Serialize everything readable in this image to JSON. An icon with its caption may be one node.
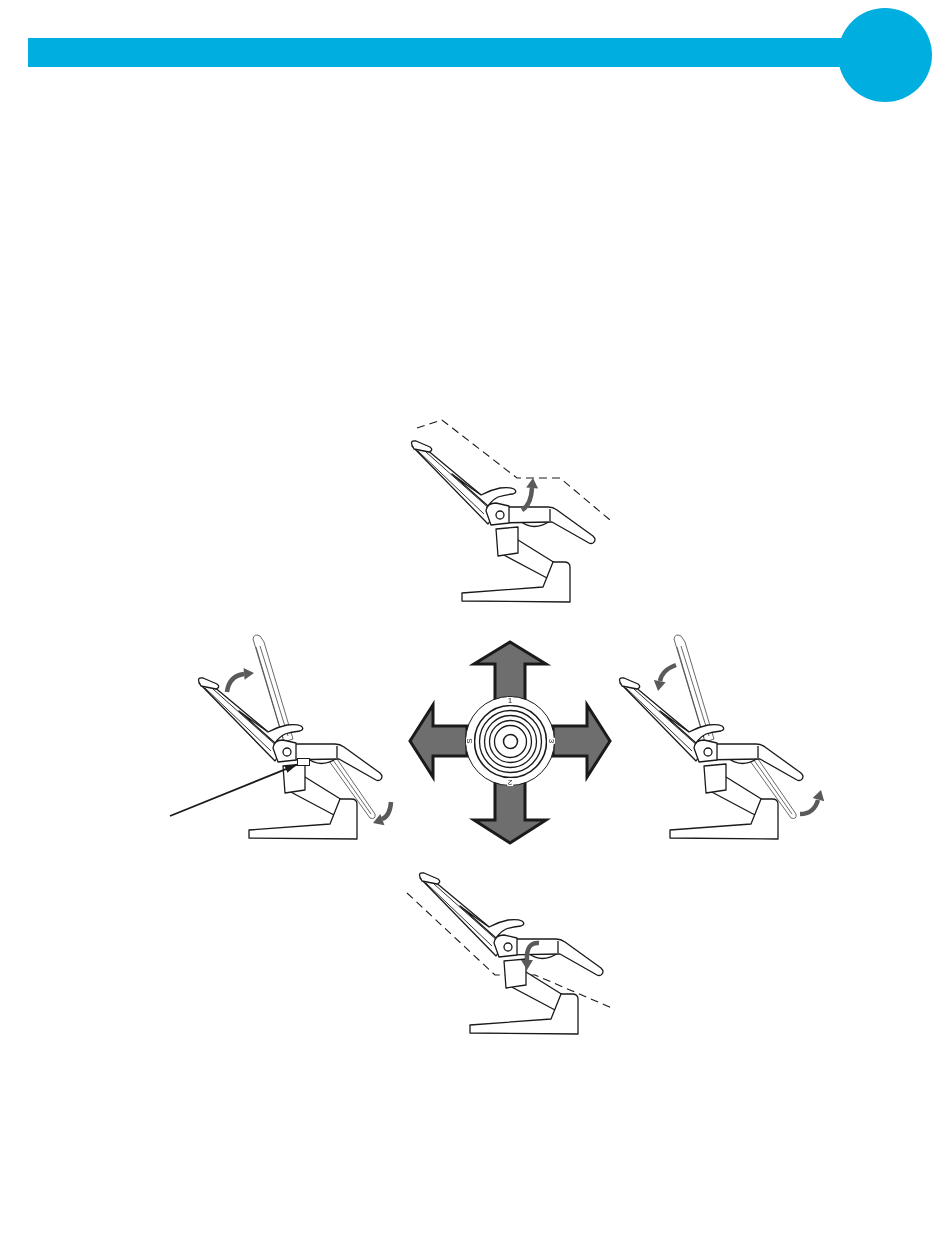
{
  "diagram": {
    "nodes": [
      {
        "text": [
          "1",
          "S",
          "3",
          "2"
        ]
      },
      {
        "text": [],
        "shape": "box"
      }
    ],
    "edges": [
      {
        "from": null,
        "to": 1,
        "arrow": "to"
      }
    ]
  }
}
